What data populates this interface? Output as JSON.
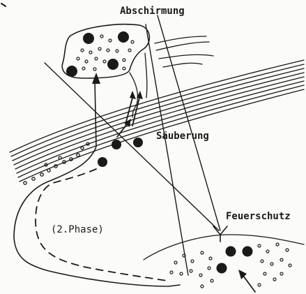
{
  "diagram": {
    "labels": {
      "abschirmung": "Abschirmung",
      "saeuberung": "Säuberung",
      "feuerschutz": "Feuerschutz",
      "phase2": "(2.Phase)"
    }
  },
  "colors": {
    "ink": "#1a1a1a",
    "paper": "#fbfbf9"
  }
}
